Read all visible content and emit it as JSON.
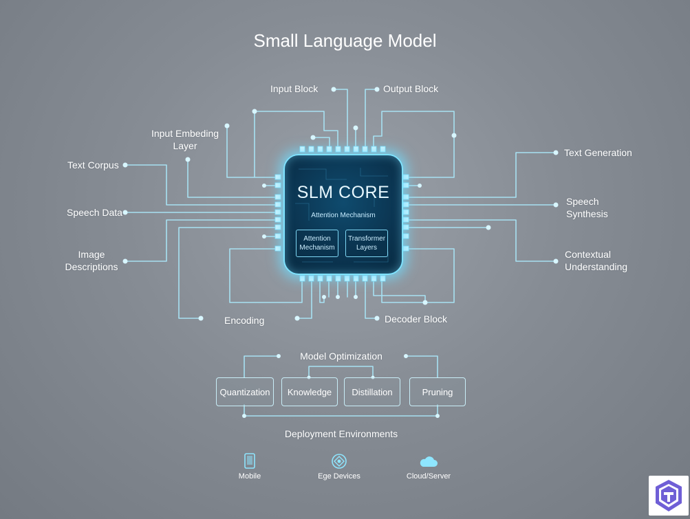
{
  "title": "Small Language Model",
  "core": {
    "title": "SLM CORE",
    "subtitle": "Attention Mechanism",
    "box_left": "Attention\nMechanism",
    "box_right": "Transformer\nLayers"
  },
  "top_labels": {
    "input_block": "Input  Block",
    "output_block": "Output Block"
  },
  "left_labels": {
    "input_embedding": "Input Embeding\nLayer",
    "text_corpus": "Text Corpus",
    "speech_data": "Speech Data",
    "image_descriptions": "Image\nDescriptions"
  },
  "right_labels": {
    "text_generation": "Text Generation",
    "speech_synthesis": "Speech\nSynthesis",
    "contextual_understanding": "Contextual\nUnderstanding"
  },
  "bottom_labels": {
    "encoding": "Encoding",
    "decoder_block": "Decoder Block"
  },
  "optimization": {
    "title": "Model Optimization",
    "items": [
      "Quantization",
      "Knowledge",
      "Distillation",
      "Pruning"
    ]
  },
  "deployment": {
    "title": "Deployment Environments",
    "items": [
      {
        "label": "Mobile",
        "icon": "mobile-phone-icon"
      },
      {
        "label": "Ege Devices",
        "icon": "edge-device-icon"
      },
      {
        "label": "Cloud/Server",
        "icon": "cloud-server-icon"
      }
    ]
  },
  "colors": {
    "wire": "#a9e6f7",
    "glow": "#7fe3ff",
    "chip": "#0b3450"
  }
}
